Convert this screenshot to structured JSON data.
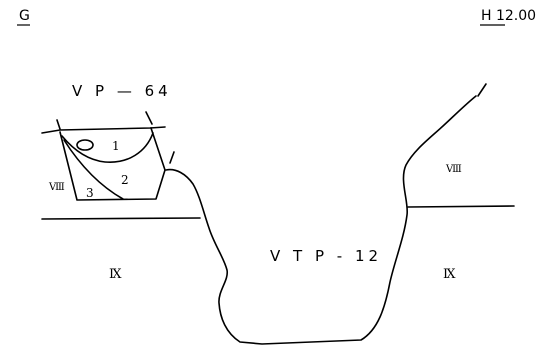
{
  "header": {
    "left_label": "G",
    "right_label": "H 12.00"
  },
  "features": {
    "pit_label": "V P — 64",
    "trench_label": "V T P - 12"
  },
  "layers": {
    "pit_fill_1": "1",
    "pit_fill_2": "2",
    "pit_fill_3": "3",
    "left_roman_small": "Ⅷ",
    "left_roman_big": "Ⅸ",
    "right_roman_small": "Ⅷ",
    "right_roman_big": "Ⅸ"
  }
}
